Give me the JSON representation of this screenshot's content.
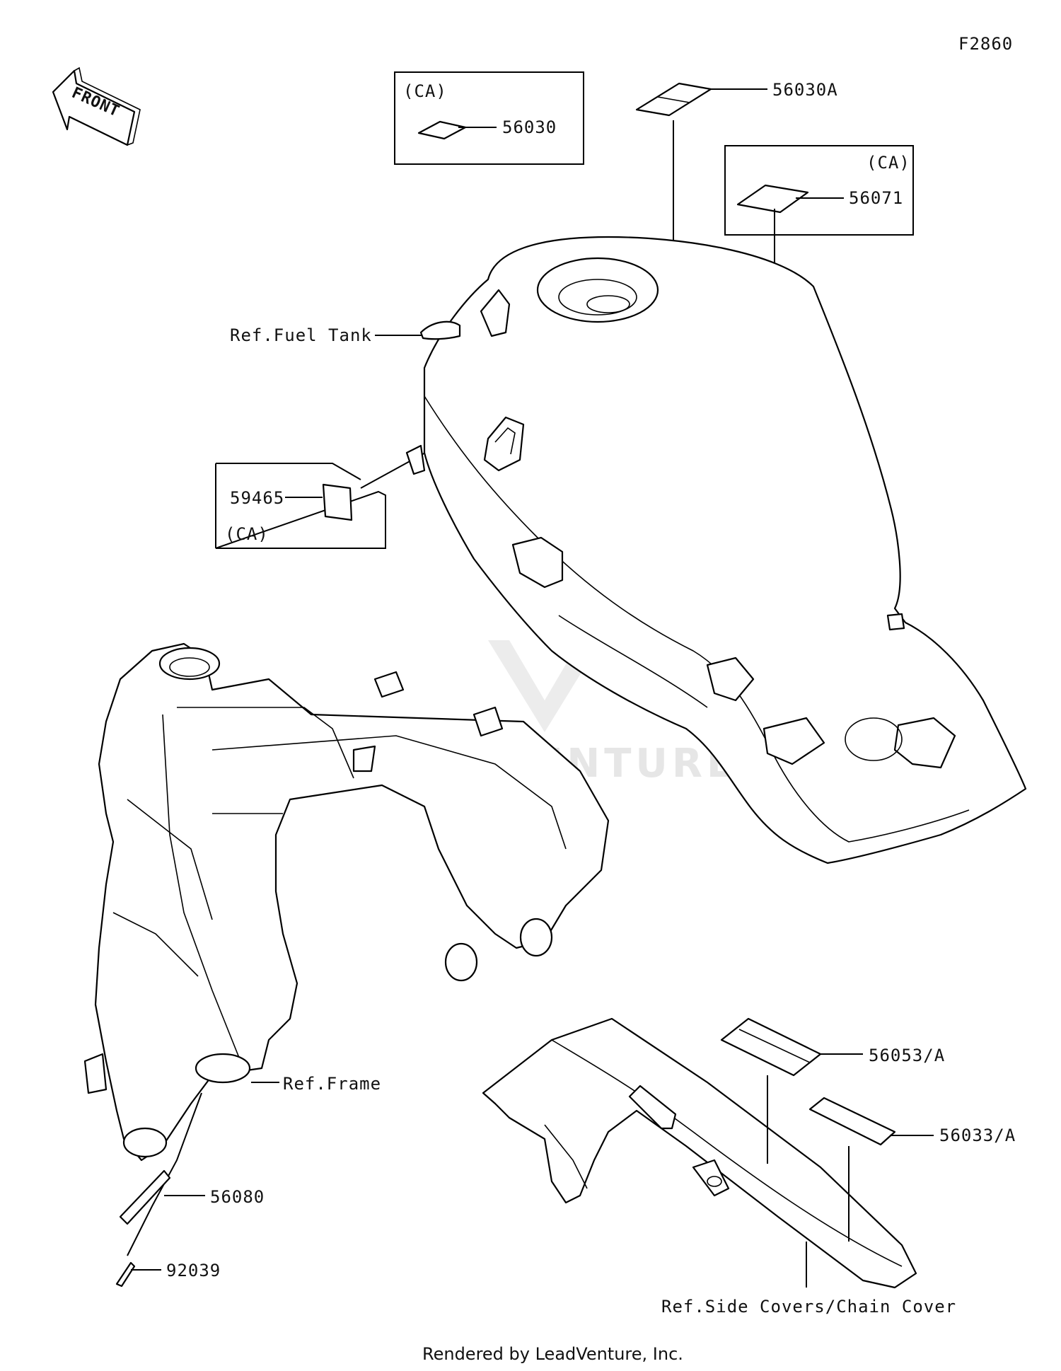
{
  "figure_code": "F2860",
  "front_label": "FRONT",
  "watermark": "LEADVENTURE",
  "footer": "Rendered by LeadVenture, Inc.",
  "callouts": {
    "ca_box_1": {
      "tag": "(CA)",
      "part": "56030"
    },
    "ca_box_2": {
      "tag": "(CA)",
      "part": "56071"
    },
    "ca_box_3": {
      "tag": "(CA)",
      "part": "59465"
    },
    "p56030A": "56030A",
    "p56053": "56053/A",
    "p56033": "56033/A",
    "p56080": "56080",
    "p92039": "92039"
  },
  "references": {
    "fuel_tank": "Ref.Fuel Tank",
    "frame": "Ref.Frame",
    "side_covers": "Ref.Side Covers/Chain Cover"
  }
}
